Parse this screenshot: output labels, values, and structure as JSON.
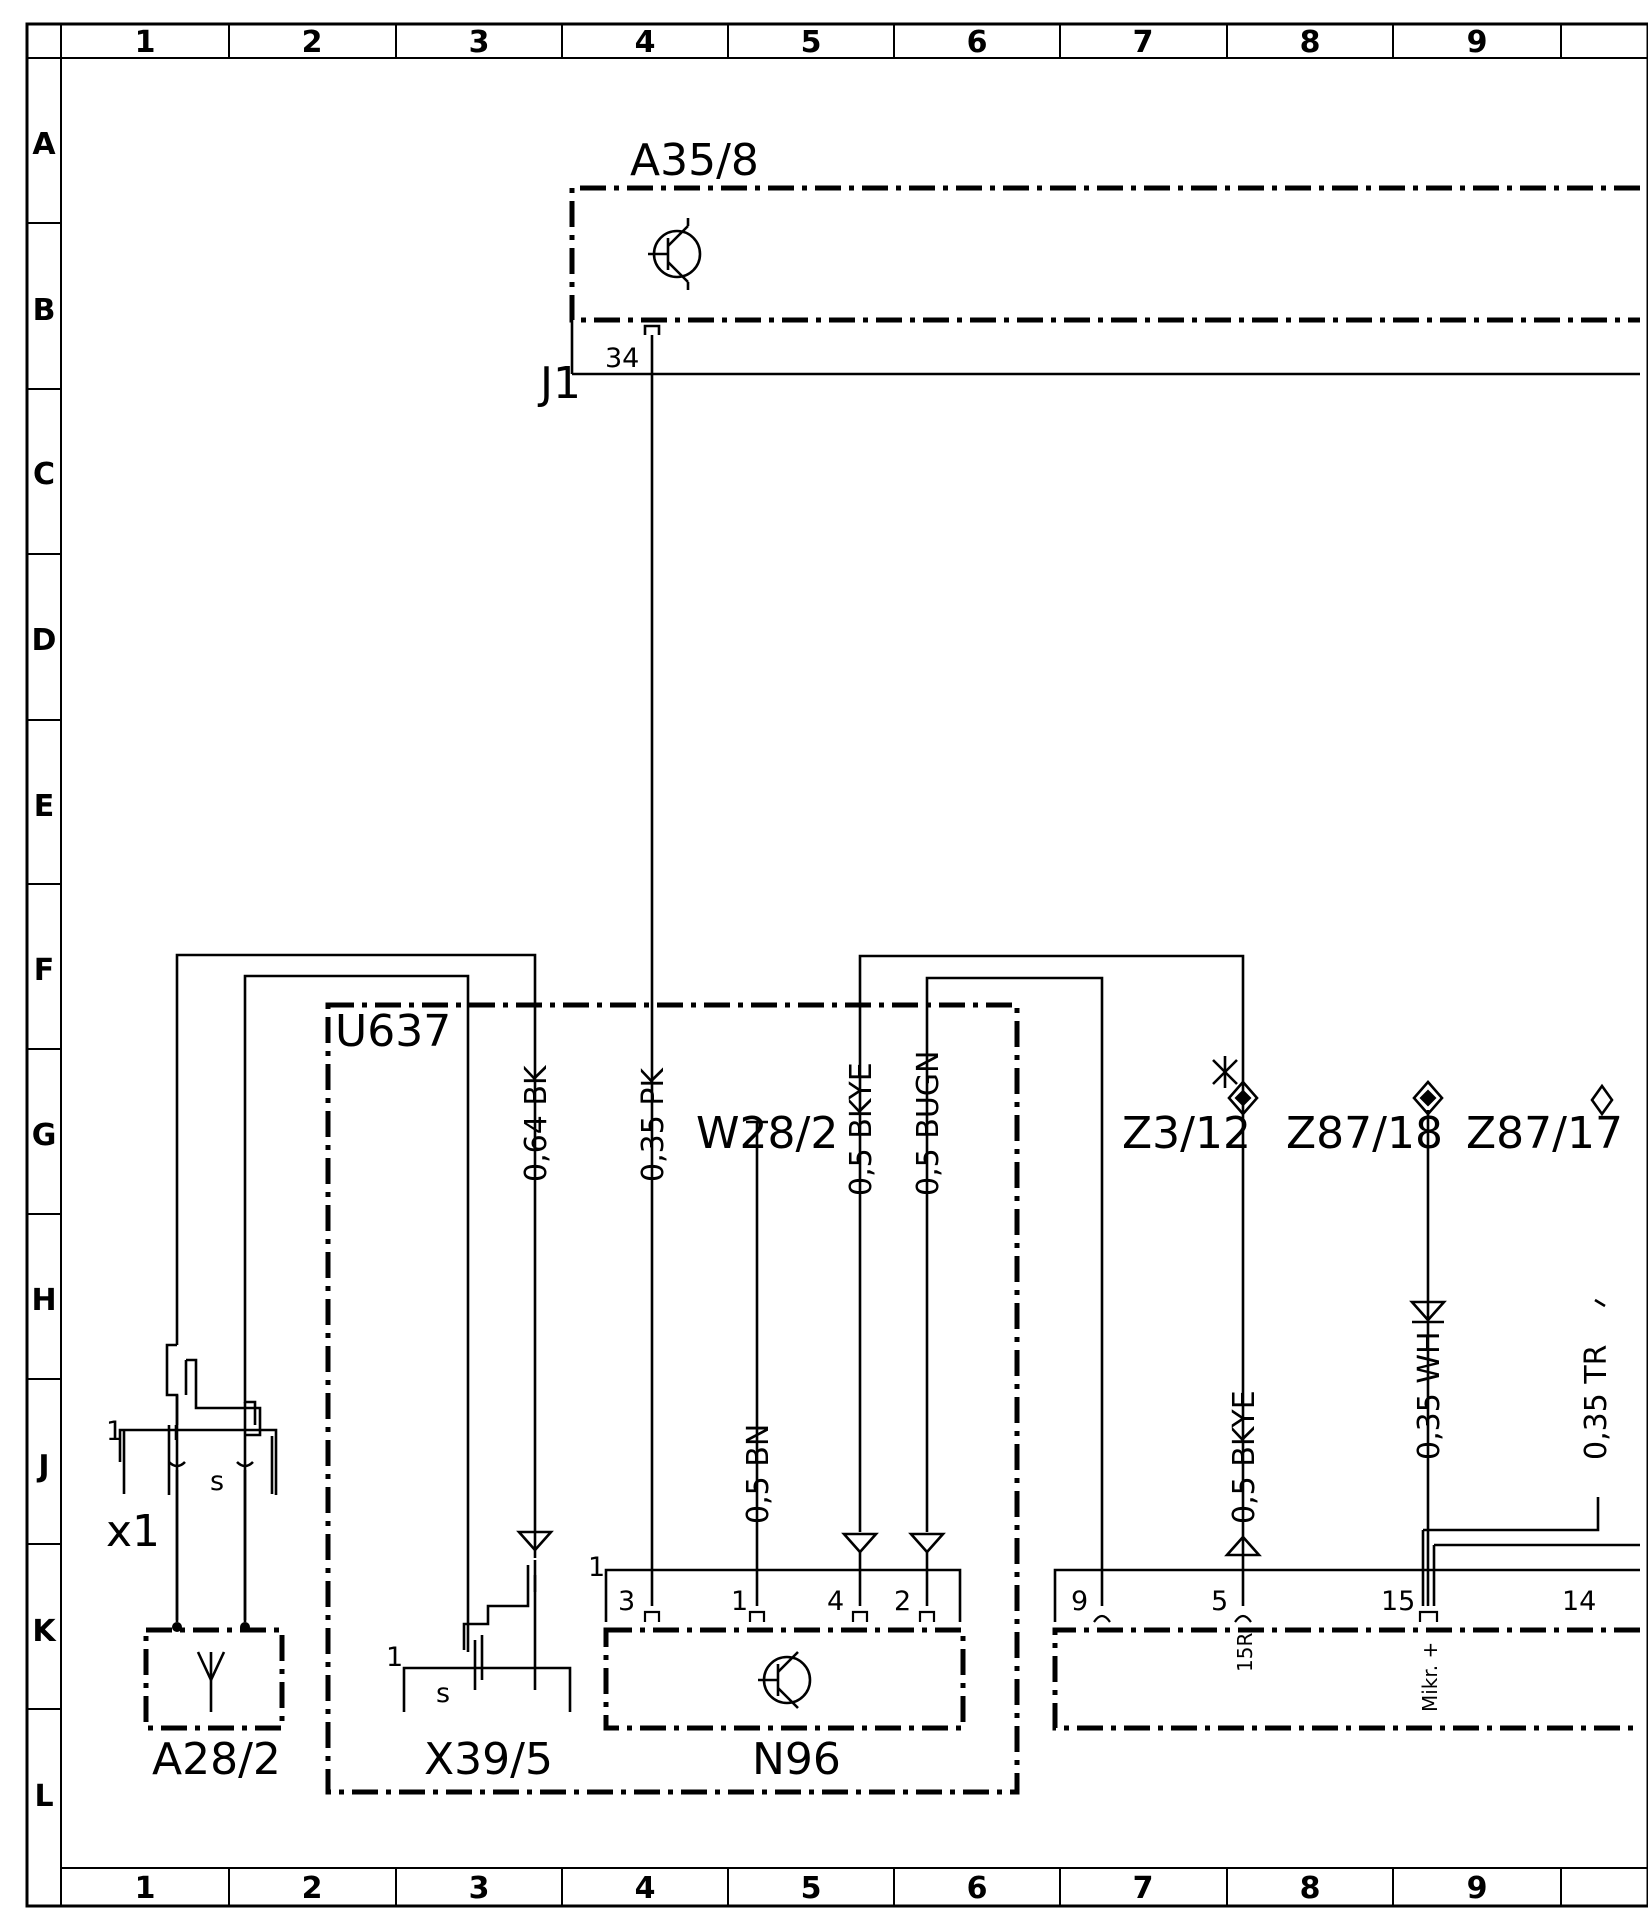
{
  "grid": {
    "columns": [
      "1",
      "2",
      "3",
      "4",
      "5",
      "6",
      "7",
      "8",
      "9"
    ],
    "rows": [
      "A",
      "B",
      "C",
      "D",
      "E",
      "F",
      "G",
      "H",
      "J",
      "K",
      "L"
    ]
  },
  "components": {
    "a35_8": "A35/8",
    "j1": "J1",
    "u637": "U637",
    "w28_2": "W28/2",
    "z3_12": "Z3/12",
    "z87_18": "Z87/18",
    "z87_17": "Z87/17",
    "x1": "x1",
    "a28_2": "A28/2",
    "x39_5": "X39/5",
    "n96": "N96"
  },
  "wires": {
    "bk": "0,64 BK",
    "pk": "0,35 PK",
    "bkye": "0,5 BKYE",
    "bugn": "0,5 BUGN",
    "bn": "0,5 BN",
    "bkye2": "0,5 BKYE",
    "wh": "0,35 WH",
    "partial": "0,35 TR"
  },
  "pins": {
    "p34": "34",
    "x1_1": "1",
    "x1_s": "s",
    "x39_1": "1",
    "x39_s": "s",
    "n96_1": "1",
    "n96_p3": "3",
    "n96_p1": "1",
    "n96_p4": "4",
    "n96_p2": "2",
    "r_p9": "9",
    "r_p5": "5",
    "r_p15": "15",
    "r_p14": "14",
    "r_15r": "15R",
    "r_mikr": "Mikr. +"
  }
}
